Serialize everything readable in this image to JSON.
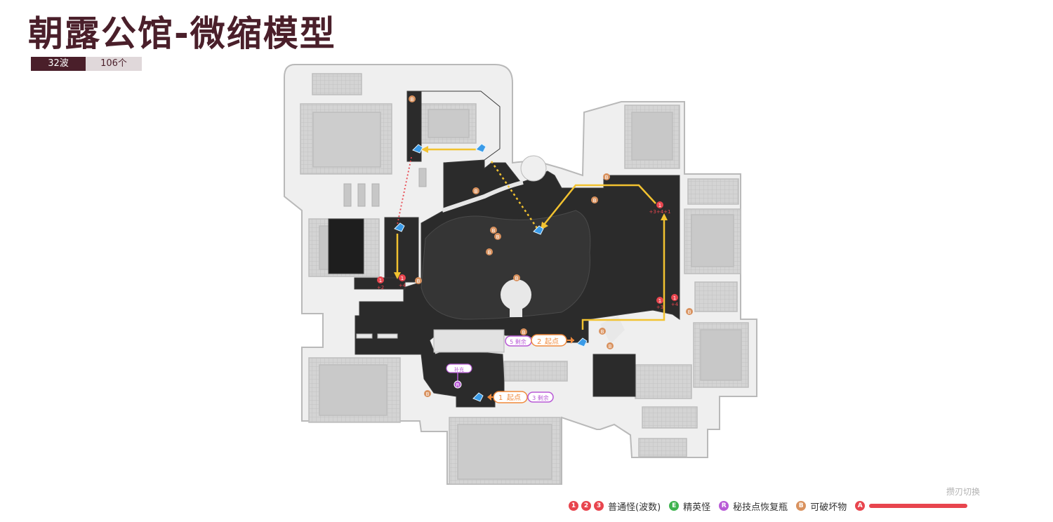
{
  "title": "朝露公馆-微缩模型",
  "tags": {
    "waves": "32波",
    "count": "106个"
  },
  "route": {
    "start1_label": "起点",
    "start1_num": "1",
    "start1_remain": "3 剩余",
    "start2_label": "起点",
    "start2_num": "2",
    "start2_remain": "5 剩余",
    "supply_label": "补充",
    "wave_note_a": "+3+4+1",
    "wave_note_b": "+2",
    "wave_note_c": "+4",
    "wave_note_d": "+3",
    "wave_note_e": "+4",
    "marker_wave_1": "1",
    "marker_breakable": "B",
    "marker_technique": "R"
  },
  "legend": {
    "normal_nums": [
      "1",
      "2",
      "3"
    ],
    "normal_label": "普通怪(波数)",
    "elite_icon": "E",
    "elite_label": "精英怪",
    "tech_icon": "R",
    "tech_label": "秘技点恢复瓶",
    "break_icon": "B",
    "break_label": "可破坏物",
    "cut_icon": "A"
  },
  "watermark": "攒刃切换",
  "colors": {
    "title": "#4a1f2a",
    "floor_dark": "#2b2b2b",
    "floor_light": "#d9d9d9",
    "route": "#f2c230",
    "start": "#f08a3c",
    "wave": "#e8454e",
    "breakable": "#d9925f",
    "technique": "#b85ad6"
  }
}
